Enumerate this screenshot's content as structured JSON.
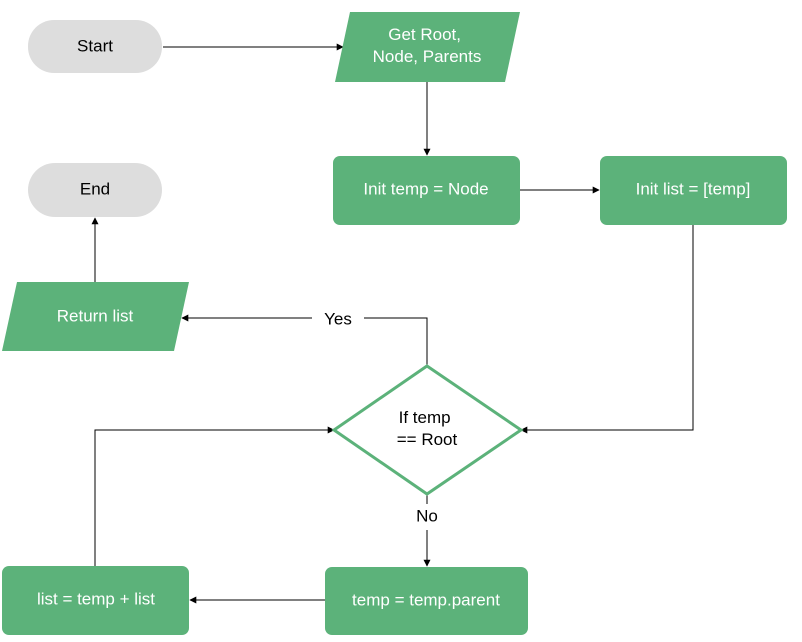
{
  "colors": {
    "terminal_fill": "#dddddd",
    "process_fill": "#5cb27a",
    "decision_fill": "#ffffff",
    "decision_stroke": "#5cb27a",
    "line": "#000000"
  },
  "nodes": {
    "start": "Start",
    "end": "End",
    "input_lines": [
      "Get Root,",
      "Node, Parents"
    ],
    "init_temp": "Init temp = Node",
    "init_list": "Init list = [temp]",
    "decision_lines": [
      "If temp",
      "== Root"
    ],
    "return_list": "Return list",
    "temp_parent": "temp = temp.parent",
    "list_update": "list = temp + list"
  },
  "edge_labels": {
    "yes": "Yes",
    "no": "No"
  }
}
